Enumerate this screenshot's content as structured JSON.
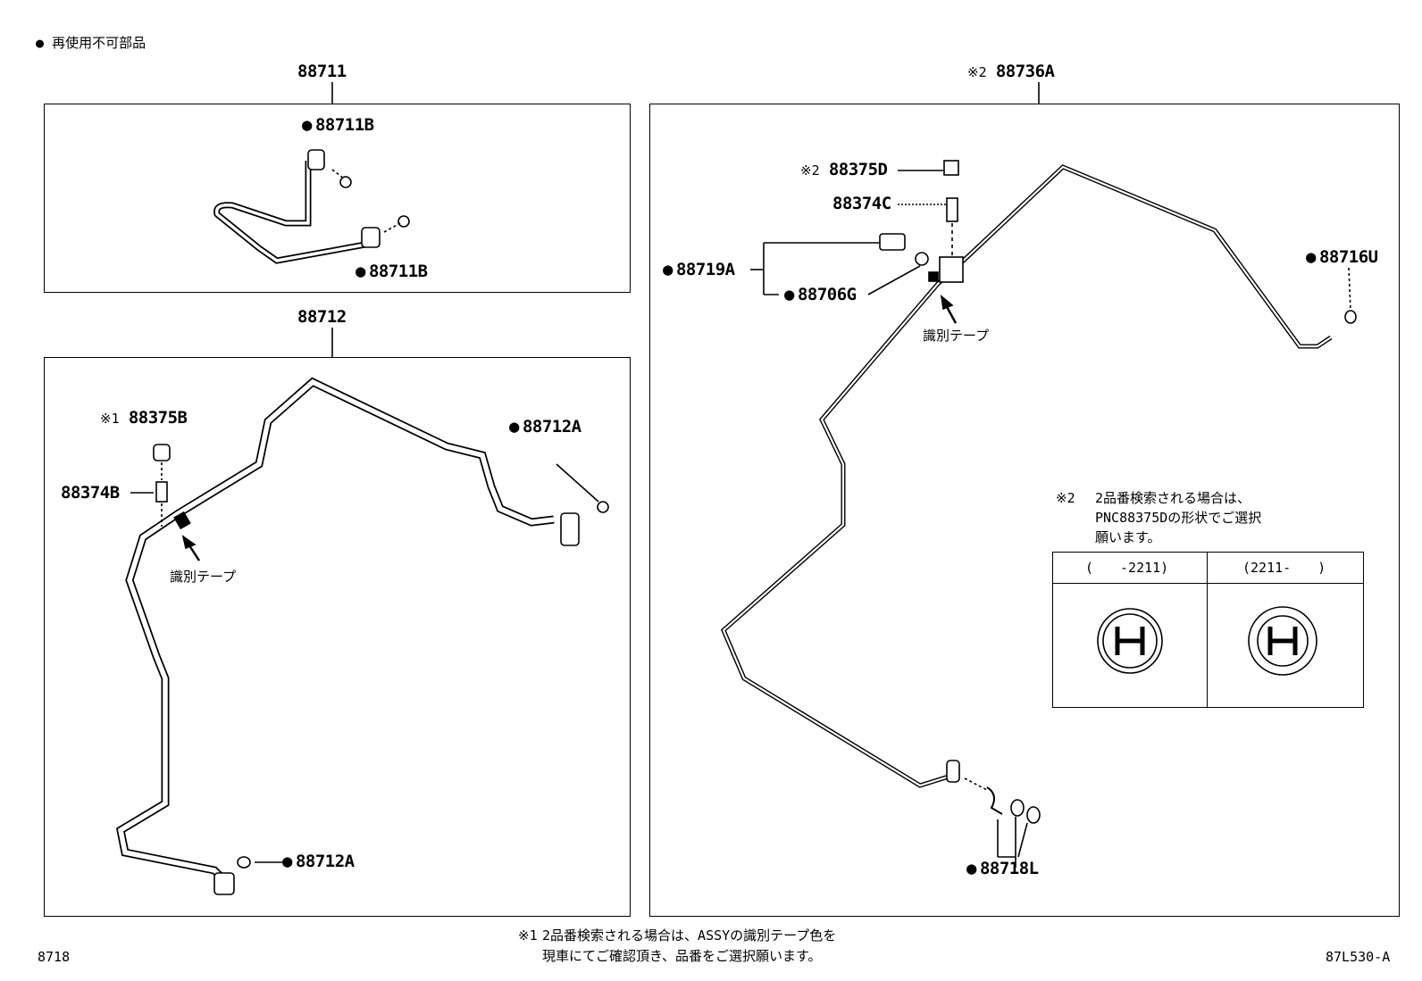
{
  "legend": {
    "bullet_text": "再使用不可部品"
  },
  "panels": {
    "p88711": {
      "title": "88711",
      "labels": [
        "88711B",
        "88711B"
      ]
    },
    "p88712": {
      "title": "88712",
      "labels": [
        "88375B",
        "88374B",
        "88712A",
        "88712A"
      ],
      "mark1": "※1",
      "tape": "識別テープ"
    },
    "p88736A": {
      "title": "88736A",
      "title_mark": "※2",
      "labels": [
        "88375D",
        "88374C",
        "88719A",
        "88706G",
        "88716U",
        "88718L"
      ],
      "mark2": "※2",
      "tape": "識別テープ"
    }
  },
  "note2": {
    "mark": "※2",
    "lines": [
      "2品番検索される場合は、",
      "PNC88375Dの形状でご選択",
      "願います。"
    ]
  },
  "table": {
    "headers": [
      "(　　-2211)",
      "(2211-　　)"
    ]
  },
  "footer": {
    "note1_mark": "※1",
    "note1_lines": [
      "2品番検索される場合は、ASSYの識別テープ色を",
      "現車にてご確認頂き、品番をご選択願います。"
    ],
    "left_code": "8718",
    "right_code": "87L530-A"
  }
}
